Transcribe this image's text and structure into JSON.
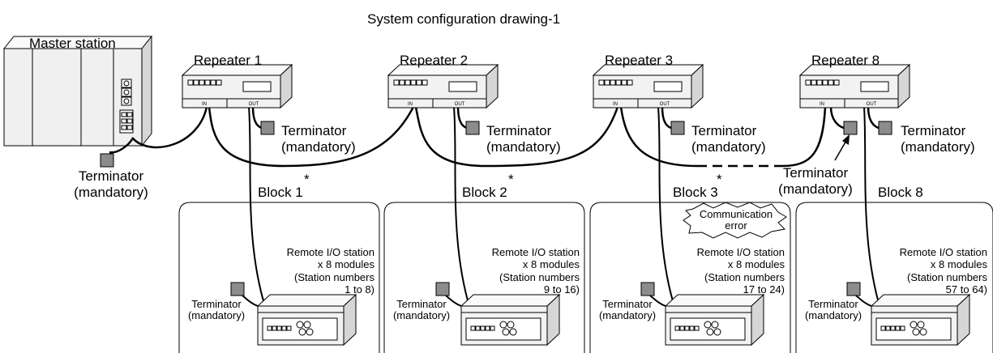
{
  "title": "System configuration drawing-1",
  "master_station_label": "Master station",
  "terminator_word": "Terminator",
  "mandatory_word": "(mandatory)",
  "port_in": "IN",
  "port_out": "OUT",
  "asterisk": "*",
  "repeaters": [
    {
      "label": "Repeater 1"
    },
    {
      "label": "Repeater 2"
    },
    {
      "label": "Repeater 3"
    },
    {
      "label": "Repeater 8"
    }
  ],
  "blocks": [
    {
      "label": "Block 1",
      "asterisk": true,
      "station_line1": "Remote I/O station",
      "station_line2": "x 8 modules",
      "station_line3": "(Station numbers",
      "station_line4": "1 to 8)"
    },
    {
      "label": "Block 2",
      "asterisk": true,
      "station_line1": "Remote I/O station",
      "station_line2": "x 8 modules",
      "station_line3": "(Station numbers",
      "station_line4": "9 to 16)"
    },
    {
      "label": "Block 3",
      "asterisk": true,
      "station_line1": "Remote I/O station",
      "station_line2": "x 8 modules",
      "station_line3": "(Station numbers",
      "station_line4": "17 to 24)"
    },
    {
      "label": "Block 8",
      "asterisk": false,
      "station_line1": "Remote I/O station",
      "station_line2": "x 8 modules",
      "station_line3": "(Station numbers",
      "station_line4": "57 to 64)"
    }
  ],
  "error_line1": "Communication",
  "error_line2": "error",
  "colors": {
    "terminator": "#8c8c8c",
    "device_face": "#f2f2f2",
    "device_side": "#d6d6d6",
    "master_body": "#f0f0f0"
  }
}
